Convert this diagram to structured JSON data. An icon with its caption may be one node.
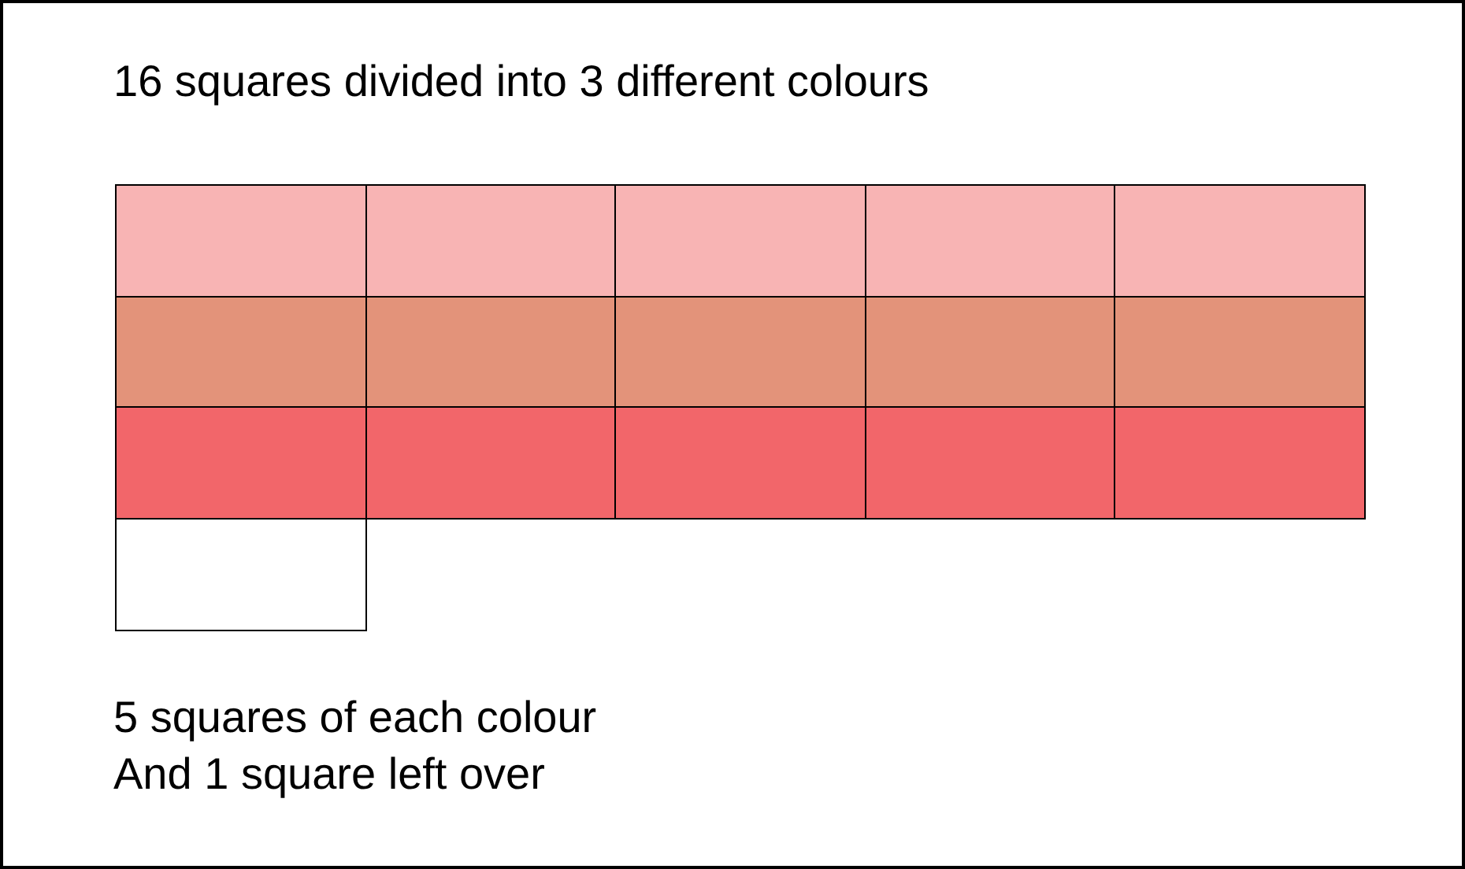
{
  "diagram": {
    "title": "16 squares divided into 3 different colours",
    "nodes": [
      {
        "text": [],
        "shape": "box"
      },
      {
        "text": [],
        "shape": "box"
      },
      {
        "text": [],
        "shape": "box"
      },
      {
        "text": [],
        "shape": "box"
      },
      {
        "text": [],
        "shape": "box"
      },
      {
        "text": [],
        "shape": "box"
      },
      {
        "text": [],
        "shape": "box"
      },
      {
        "text": [],
        "shape": "box"
      },
      {
        "text": [],
        "shape": "box"
      },
      {
        "text": [],
        "shape": "box"
      },
      {
        "text": [],
        "shape": "box"
      },
      {
        "text": [],
        "shape": "box"
      },
      {
        "text": [],
        "shape": "box"
      },
      {
        "text": [],
        "shape": "box"
      },
      {
        "text": [],
        "shape": "box"
      },
      {
        "text": [],
        "shape": "box"
      }
    ],
    "labels": [
      "5 squares of each colour",
      "And 1 square left over"
    ]
  }
}
